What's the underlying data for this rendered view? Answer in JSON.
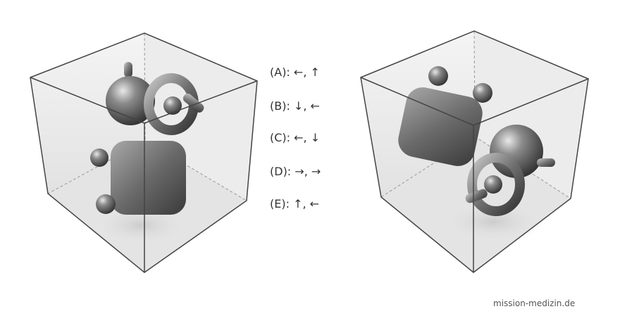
{
  "options": [
    {
      "label": "(A): ←, ↑"
    },
    {
      "label": "(B): ↓, ←"
    },
    {
      "label": "(C): ←, ↓"
    },
    {
      "label": "(D): →, →"
    },
    {
      "label": "(E): ↑, ←"
    }
  ],
  "watermark": "mission-medizin.de",
  "colors": {
    "object": "#6b6b6b",
    "edge": "#444444",
    "background": "#ffffff"
  }
}
